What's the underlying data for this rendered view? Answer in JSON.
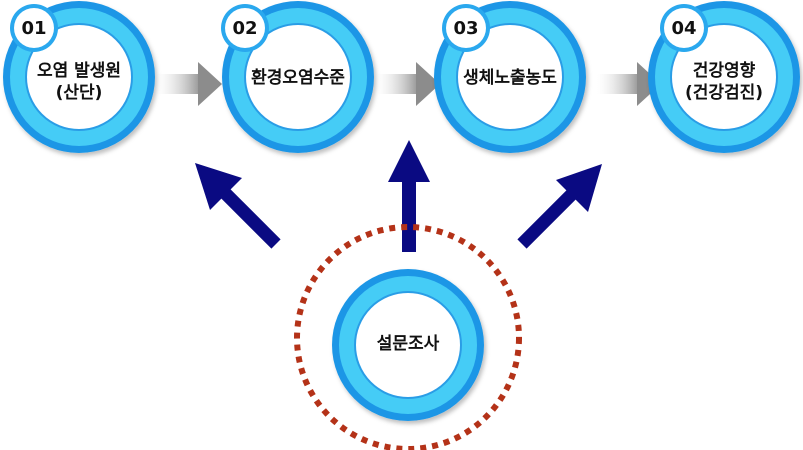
{
  "stages": [
    {
      "number": "01",
      "label": "오염 발생원\n(산단)"
    },
    {
      "number": "02",
      "label": "환경오염수준"
    },
    {
      "number": "03",
      "label": "생체노출농도"
    },
    {
      "number": "04",
      "label": "건강영향\n(건강검진)"
    }
  ],
  "survey": {
    "label": "설문조사"
  },
  "colors": {
    "ring_outer": "#1e96e6",
    "ring_middle": "#44ccf6",
    "badge_ring": "#2aa8ee",
    "gray_arrow": "#9a9a9a",
    "navy_arrow": "#0a0a82",
    "dotted_circle": "#b43218"
  }
}
